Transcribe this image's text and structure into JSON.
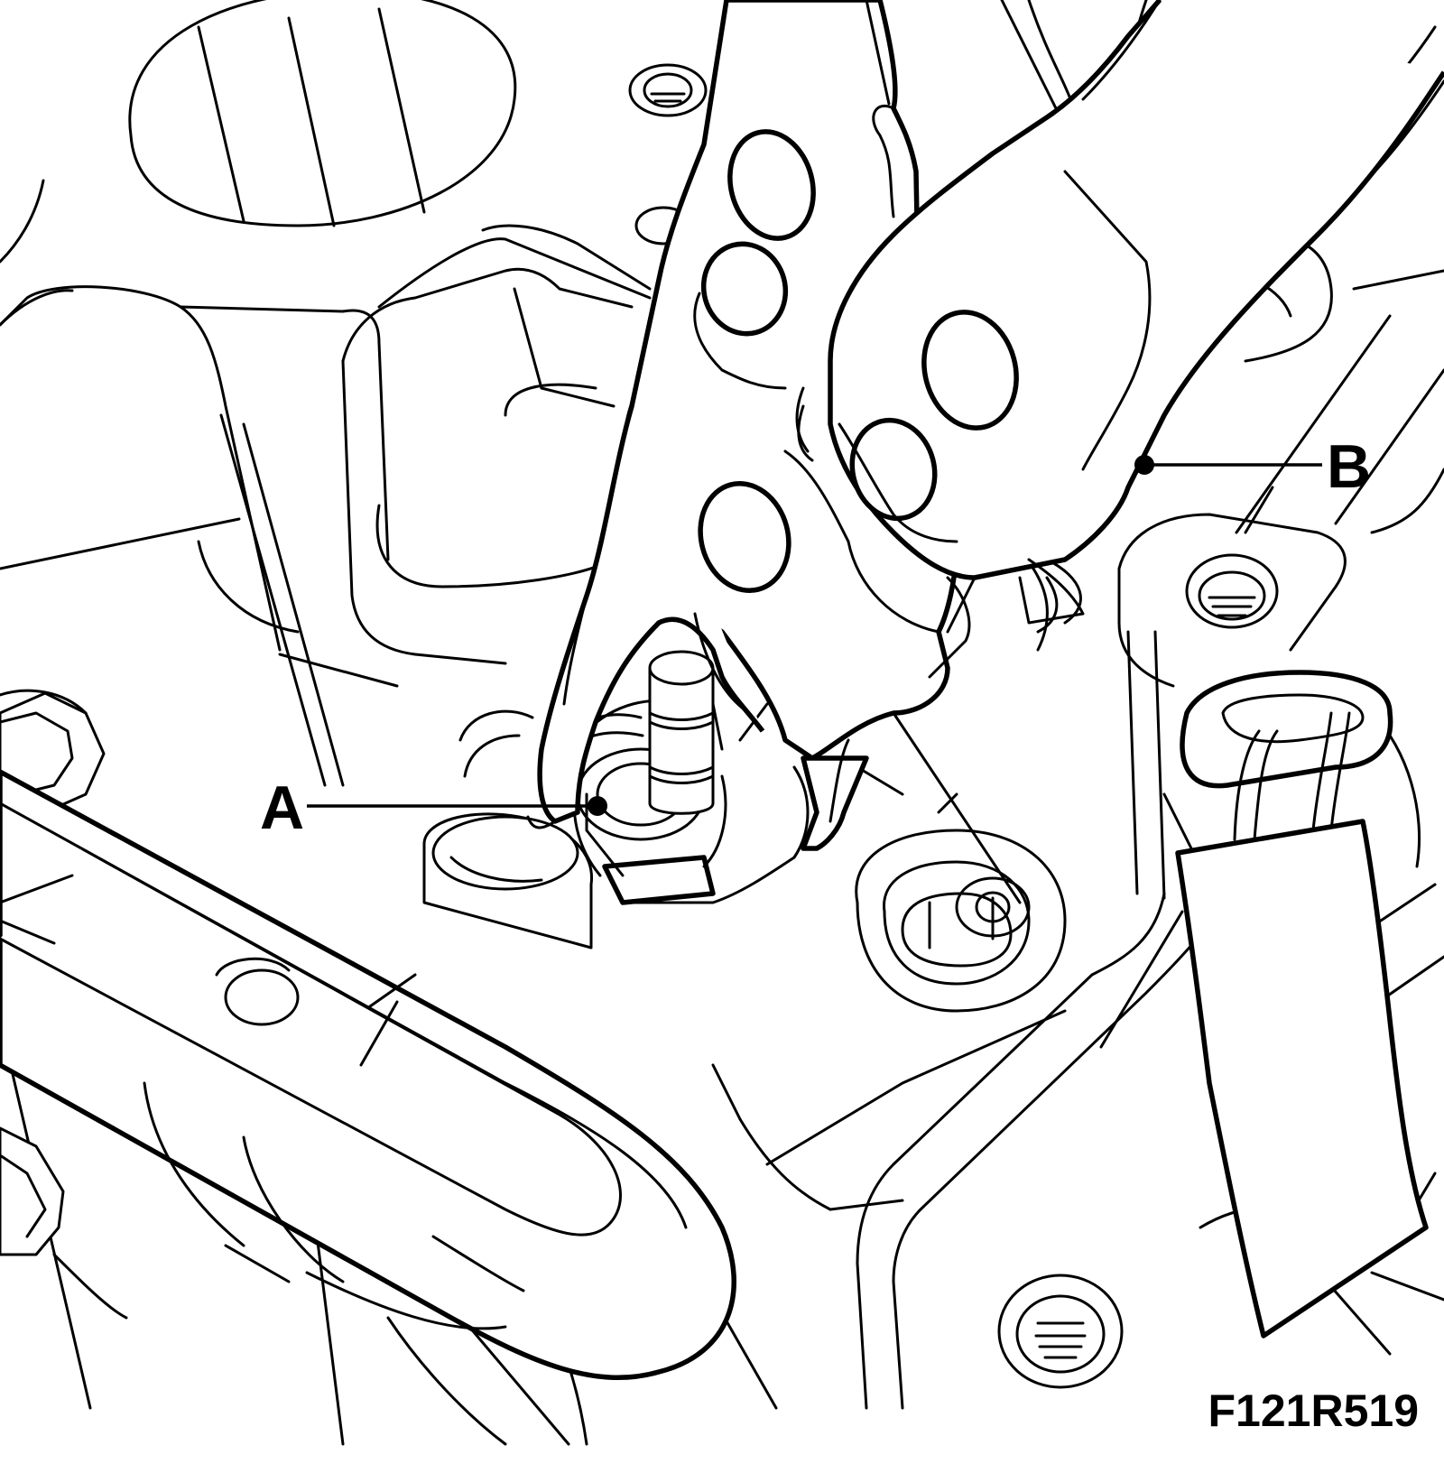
{
  "figure": {
    "reference": "F121R519",
    "callouts": [
      {
        "id": "A",
        "label": "A"
      },
      {
        "id": "B",
        "label": "B"
      }
    ],
    "colors": {
      "line": "#000000",
      "background": "#ffffff"
    }
  }
}
